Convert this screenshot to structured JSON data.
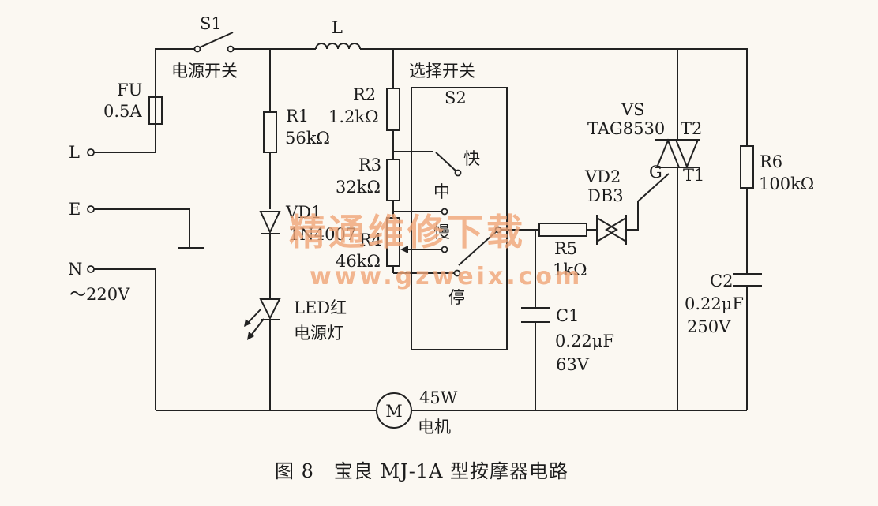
{
  "labels": {
    "s1": "S1",
    "power_switch": "电源开关",
    "inductor": "L",
    "select_switch": "选择开关",
    "s2": "S2",
    "fu": "FU",
    "fu_rating": "0.5A",
    "terminal_l": "L",
    "terminal_e": "E",
    "terminal_n": "N",
    "mains": "～220V",
    "r1": "R1",
    "r1_value": "56kΩ",
    "r2": "R2",
    "r2_value": "1.2kΩ",
    "r3": "R3",
    "r3_value": "32kΩ",
    "r4": "R4",
    "r4_value": "46kΩ",
    "r5": "R5",
    "r5_value": "1kΩ",
    "r6": "R6",
    "r6_value": "100kΩ",
    "vd1": "VD1",
    "vd1_part": "1N4007",
    "led_line1": "LED红",
    "led_line2": "电源灯",
    "speed_fast": "快",
    "speed_mid": "中",
    "speed_slow": "慢",
    "speed_stop": "停",
    "vs": "VS",
    "vs_part": "TAG8530",
    "t2": "T2",
    "t1": "T1",
    "gate": "G",
    "vd2": "VD2",
    "vd2_part": "DB3",
    "c1": "C1",
    "c1_value": "0.22μF",
    "c1_voltage": "63V",
    "c2": "C2",
    "c2_value": "0.22μF",
    "c2_voltage": "250V",
    "motor_symbol": "M",
    "motor_power": "45W",
    "motor_name": "电机"
  },
  "caption": "图 8　宝良 MJ-1A 型按摩器电路",
  "watermark": {
    "title": "精通维修下载",
    "url": "www.gzweix.com",
    "color": "#f0a577"
  }
}
